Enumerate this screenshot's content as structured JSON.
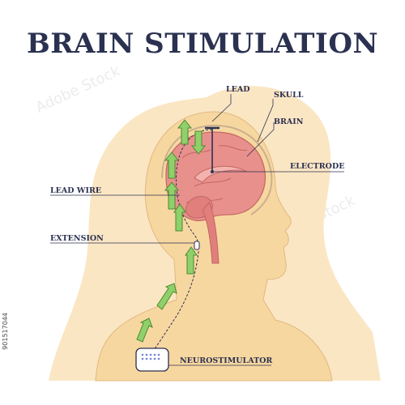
{
  "title": "BRAIN STIMULATION",
  "labels": {
    "lead": "LEAD",
    "skull": "SKULL",
    "brain": "BRAIN",
    "electrode": "ELECTRODE",
    "lead_wire": "LEAD WIRE",
    "extension": "EXTENSION",
    "neurostimulator": "NEUROSTIMULATOR"
  },
  "stock_id": "901517044",
  "watermark": "Adobe Stock",
  "colors": {
    "title": "#2b3150",
    "skin": "#f7d7a0",
    "hair": "#fbe6c4",
    "brain": "#e8908c",
    "arrow": "#8fd06a",
    "line": "#2b3150"
  }
}
